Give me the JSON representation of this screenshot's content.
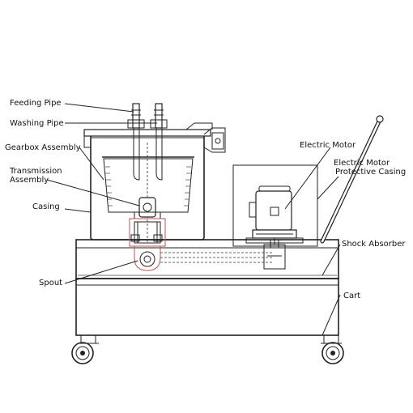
{
  "labels": {
    "feeding_pipe": "Feeding Pipe",
    "washing_pipe": "Washing Pipe",
    "gearbox_assembly": "Gearbox Assembly",
    "transmission_line1": "Transmission",
    "transmission_line2": "Assembly",
    "casing": "Casing",
    "spout": "Spout",
    "electric_motor": "Electric Motor",
    "motor_casing_line1": "Electric Motor",
    "motor_casing_line2": "Protective Casing",
    "shock_absorber": "Shock Absorber",
    "cart": "Cart"
  },
  "colors": {
    "line": "#222222",
    "accent": "#c0504d"
  }
}
